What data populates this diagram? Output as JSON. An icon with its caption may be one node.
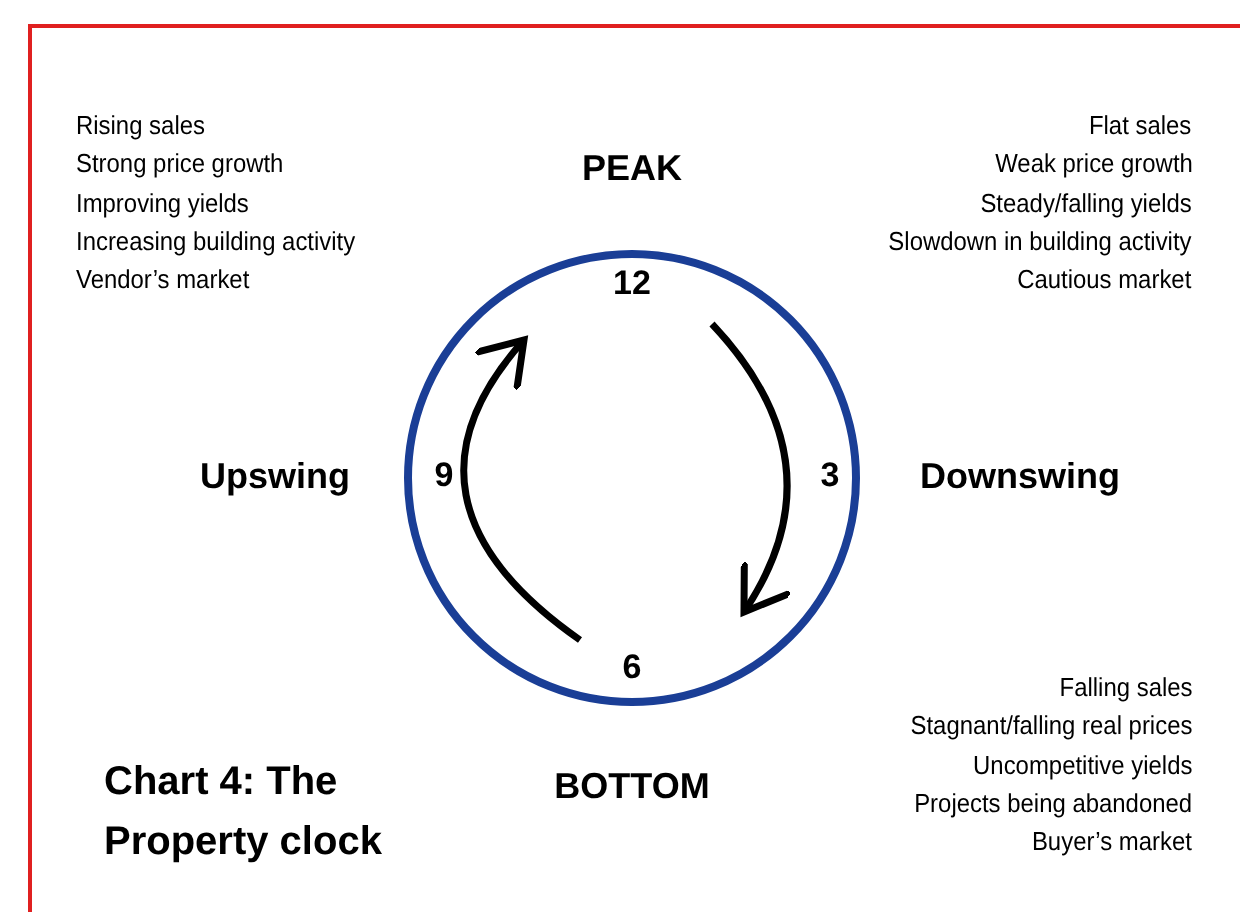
{
  "diagram": {
    "title": "Chart 4: The Property clock",
    "nodes": [
      {
        "text": [
          "12",
          "3",
          "6",
          "9"
        ],
        "beside": [
          "PEAK",
          "Downswing",
          "BOTTOM",
          "Upswing"
        ]
      }
    ],
    "labels": [
      "Rising sales",
      "Strong price growth",
      "Improving yields",
      "Increasing building activity",
      "Vendor’s market",
      "Flat sales",
      "Weak price growth",
      "Steady/falling yields",
      "Slowdown in building activity",
      "Cautious market",
      "Falling sales",
      "Stagnant/falling real prices",
      "Uncompetitive yields",
      "Projects being abandoned",
      "Buyer’s market"
    ]
  }
}
